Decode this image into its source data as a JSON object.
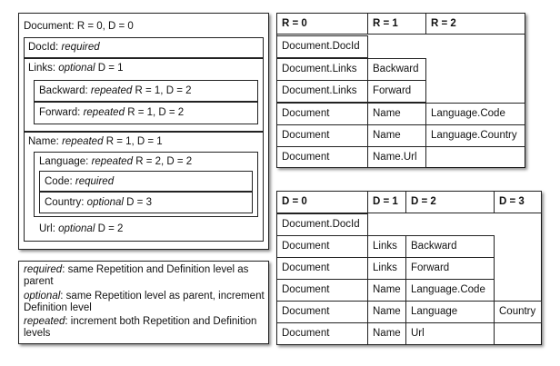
{
  "schema": {
    "document": {
      "name": "Document:",
      "levels": "R = 0, D = 0"
    },
    "docid": {
      "name": "DocId:",
      "mode": "required"
    },
    "links": {
      "name": "Links:",
      "mode": "optional",
      "levels": "D = 1"
    },
    "backward": {
      "name": "Backward:",
      "mode": "repeated",
      "levels": "R = 1, D = 2"
    },
    "forward": {
      "name": "Forward:",
      "mode": "repeated",
      "levels": "R = 1, D = 2"
    },
    "name": {
      "name": "Name:",
      "mode": "repeated",
      "levels": "R = 1, D = 1"
    },
    "language": {
      "name": "Language:",
      "mode": "repeated",
      "levels": "R = 2, D = 2"
    },
    "code": {
      "name": "Code:",
      "mode": "required"
    },
    "country": {
      "name": "Country:",
      "mode": "optional",
      "levels": "D = 3"
    },
    "url": {
      "name": "Url:",
      "mode": "optional",
      "levels": "D = 2"
    }
  },
  "legend": {
    "required_term": "required",
    "required_desc": ": same Repetition and Definition level as parent",
    "optional_term": "optional",
    "optional_desc": ": same Repetition level as parent, increment Definition level",
    "repeated_term": "repeated",
    "repeated_desc": ": increment both Repetition and Definition levels"
  },
  "r_table": {
    "headers": [
      "R = 0",
      "R = 1",
      "R = 2"
    ],
    "rows": [
      [
        "Document.DocId"
      ],
      [
        "Document.Links",
        "Backward"
      ],
      [
        "Document.Links",
        "Forward"
      ],
      [
        "Document",
        "Name",
        "Language.Code"
      ],
      [
        "Document",
        "Name",
        "Language.Country"
      ],
      [
        "Document",
        "Name.Url"
      ]
    ]
  },
  "d_table": {
    "headers": [
      "D = 0",
      "D = 1",
      "D = 2",
      "D = 3"
    ],
    "rows": [
      [
        "Document.DocId"
      ],
      [
        "Document",
        "Links",
        "Backward"
      ],
      [
        "Document",
        "Links",
        "Forward"
      ],
      [
        "Document",
        "Name",
        "Language.Code"
      ],
      [
        "Document",
        "Name",
        "Language",
        "Country"
      ],
      [
        "Document",
        "Name",
        "Url"
      ]
    ]
  }
}
